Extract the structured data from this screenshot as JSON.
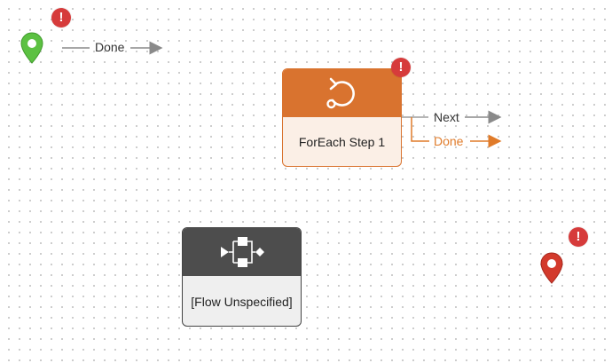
{
  "canvas": {
    "colors": {
      "start_pin": "#5cc142",
      "end_pin": "#d33a2c",
      "error": "#d63b3b",
      "foreach_accent": "#d9732f",
      "flow_accent": "#4d4d4d",
      "connector_gray": "#8a8a8a"
    },
    "start": {
      "icon": "map-pin-icon",
      "error_badge": "!",
      "connector_label": "Done"
    },
    "foreach_step": {
      "icon": "loop-icon",
      "title": "ForEach Step 1",
      "error_badge": "!",
      "connectors": [
        {
          "label": "Next",
          "color": "#333333"
        },
        {
          "label": "Done",
          "color": "#e07b2a"
        }
      ]
    },
    "flow_step": {
      "icon": "flow-icon",
      "title": "[Flow Unspecified]"
    },
    "end": {
      "icon": "map-pin-icon",
      "error_badge": "!"
    }
  }
}
